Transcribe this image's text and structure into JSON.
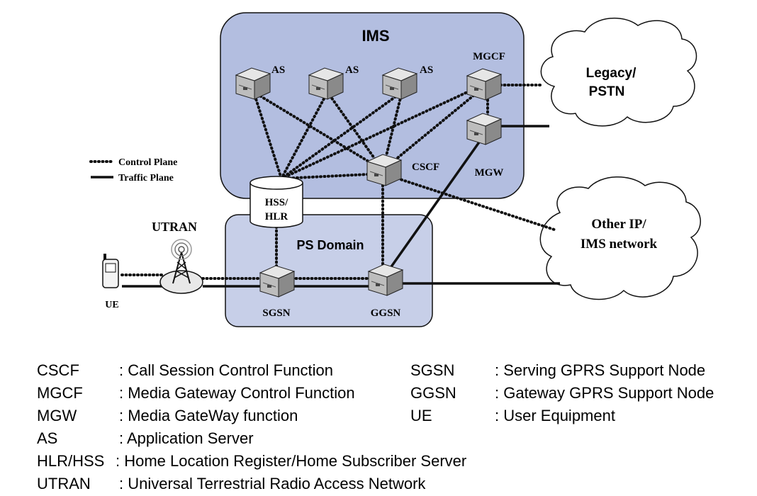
{
  "diagram": {
    "ims_title": "IMS",
    "ps_domain_title": "PS Domain",
    "nodes": {
      "as1": "AS",
      "as2": "AS",
      "as3": "AS",
      "mgcf": "MGCF",
      "mgw": "MGW",
      "cscf": "CSCF",
      "hss_line1": "HSS/",
      "hss_line2": "HLR",
      "sgsn": "SGSN",
      "ggsn": "GGSN",
      "utran": "UTRAN",
      "ue": "UE"
    },
    "clouds": {
      "legacy_line1": "Legacy/",
      "legacy_line2": "PSTN",
      "otherip_line1": "Other IP/",
      "otherip_line2": "IMS network"
    },
    "legend": {
      "control": "Control Plane",
      "traffic": "Traffic Plane"
    }
  },
  "glossary": [
    {
      "abbr": "CSCF",
      "desc": ": Call Session Control Function"
    },
    {
      "abbr": "MGCF",
      "desc": ": Media Gateway Control Function"
    },
    {
      "abbr": "MGW",
      "desc": ": Media GateWay function"
    },
    {
      "abbr": "AS",
      "desc": ": Application Server"
    },
    {
      "abbr": "HLR/HSS",
      "desc": ": Home Location Register/Home Subscriber Server"
    },
    {
      "abbr": "UTRAN",
      "desc": ": Universal Terrestrial Radio Access Network"
    },
    {
      "abbr": "SGSN",
      "desc": ": Serving GPRS Support Node"
    },
    {
      "abbr": "GGSN",
      "desc": ": Gateway GPRS Support Node"
    },
    {
      "abbr": "UE",
      "desc": ": User Equipment"
    }
  ]
}
